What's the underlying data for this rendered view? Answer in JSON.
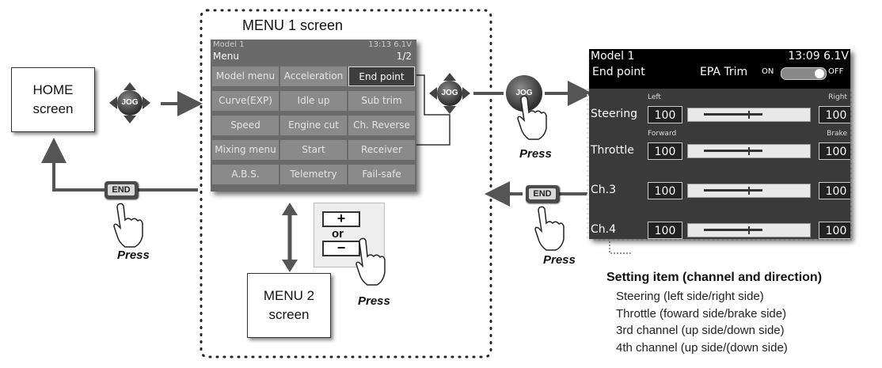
{
  "home_box": {
    "line1": "HOME",
    "line2": "screen"
  },
  "menu1_title": "MENU 1 screen",
  "menu1_screen": {
    "model": "Model 1",
    "time": "13:13 6.1V",
    "title": "Menu",
    "page": "1/2",
    "items": [
      "Model menu",
      "Acceleration",
      "End point",
      "Curve(EXP)",
      "Idle up",
      "Sub trim",
      "Speed",
      "Engine cut",
      "Ch. Reverse",
      "Mixing menu",
      "Start",
      "Receiver",
      "A.B.S.",
      "Telemetry",
      "Fail-safe"
    ],
    "selected_index": 2
  },
  "pm_buttons": {
    "plus": "+",
    "or": "or",
    "minus": "−"
  },
  "menu2_box": {
    "line1": "MENU 2",
    "line2": "screen"
  },
  "jog_label": "JOG",
  "end_label": "END",
  "press_label": "Press",
  "epa_screen": {
    "model": "Model 1",
    "time": "13:09 6.1V",
    "title": "End point",
    "trim_label": "EPA Trim",
    "on": "ON",
    "off": "OFF",
    "rows": [
      {
        "label": "Steering",
        "left_label": "Left",
        "right_label": "Right",
        "left": "100",
        "right": "100"
      },
      {
        "label": "Throttle",
        "left_label": "Forward",
        "right_label": "Brake",
        "left": "100",
        "right": "100"
      },
      {
        "label": "Ch.3",
        "left_label": "",
        "right_label": "",
        "left": "100",
        "right": "100"
      },
      {
        "label": "Ch.4",
        "left_label": "",
        "right_label": "",
        "left": "100",
        "right": "100"
      }
    ]
  },
  "setting_item": {
    "heading": "Setting item (channel and direction)",
    "lines": [
      "Steering (left side/right side)",
      "Throttle (foward side/brake side)",
      "3rd channel (up side/down side)",
      "4th channel (up side/(down side)"
    ]
  },
  "colors": {
    "arrow": "#555555",
    "screen": "#6a6a6a",
    "dark": "#3a3a3a"
  }
}
